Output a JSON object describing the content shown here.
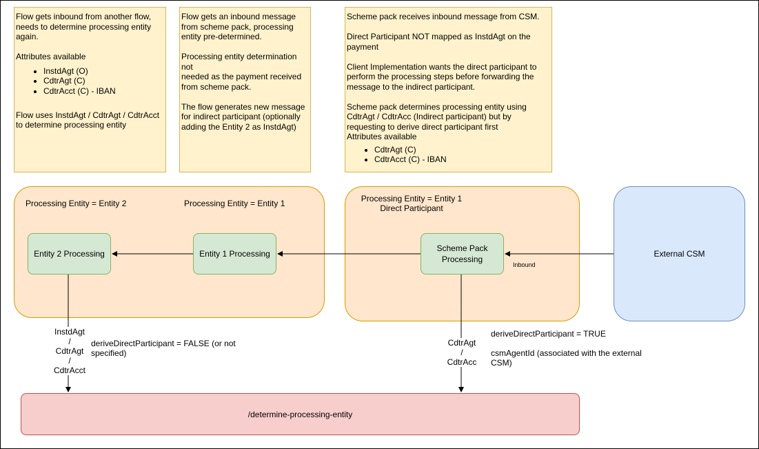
{
  "notes": {
    "left": {
      "line1": "Flow gets inbound from another flow,",
      "line2": "needs to determine processing entity",
      "line3": "again.",
      "attributes_title": "Attributes available",
      "attributes": [
        "InstdAgt (O)",
        "CdtrAgt (C)",
        "CdtrAcct (C) - IBAN"
      ],
      "footer1": "Flow uses InstdAgt / CdtrAgt / CdtrAcct",
      "footer2": "to determine processing entity"
    },
    "middle": {
      "line1": "Flow gets an inbound message",
      "line2": "from scheme pack, processing",
      "line3": "entity pre-determined.",
      "line4": "Processing entity determination not",
      "line5": "needed as the payment received",
      "line6": "from scheme pack.",
      "line7": "The flow generates new message",
      "line8": "for indirect participant (optionally",
      "line9": "adding the Entity 2 as InstdAgt)"
    },
    "right": {
      "line1": "Scheme pack receives inbound message from CSM.",
      "line2": "Direct Participant NOT mapped as InstdAgt on the",
      "line3": "payment",
      "line4": "Client Implementation wants the direct participant to",
      "line5": "perform the processing steps before forwarding the",
      "line6": "message to the indirect participant.",
      "line7": "Scheme pack determines processing entity using",
      "line8": "CdtrAgt / CdtrAcc (Indirect participant) but by",
      "line9": "requesting to derive direct participant first",
      "attributes_title": "Attributes available",
      "attributes": [
        "CdtrAgt (C)",
        "CdtrAcct (C) - IBAN"
      ]
    }
  },
  "containers": {
    "left": {
      "label_entity2": "Processing Entity = Entity 2",
      "label_entity1": "Processing Entity = Entity 1"
    },
    "right": {
      "label_line1": "Processing Entity = Entity 1",
      "label_line2": "Direct Participant"
    }
  },
  "boxes": {
    "entity2": "Entity 2 Processing",
    "entity1": "Entity 1 Processing",
    "scheme_line1": "Scheme Pack",
    "scheme_line2": "Processing",
    "external_csm": "External CSM",
    "api": "/determine-processing-entity"
  },
  "edges": {
    "inbound": "Inbound",
    "left_attrs": [
      "InstdAgt",
      "/",
      "CdtrAgt",
      "/",
      "CdtrAcct"
    ],
    "left_param1": "deriveDirectParticipant = FALSE (or not",
    "left_param2": "specified)",
    "right_attrs": [
      "CdtrAgt",
      "/",
      "CdtrAcc"
    ],
    "right_param1": "deriveDirectParticipant = TRUE",
    "right_param2": "csmAgentId (associated with the external",
    "right_param3": "CSM)"
  },
  "colors": {
    "note_fill": "#fff2cc",
    "container_fill": "#ffe6cc",
    "process_fill": "#d5e8d4",
    "csm_fill": "#dae8fc",
    "api_fill": "#f8cecc"
  }
}
